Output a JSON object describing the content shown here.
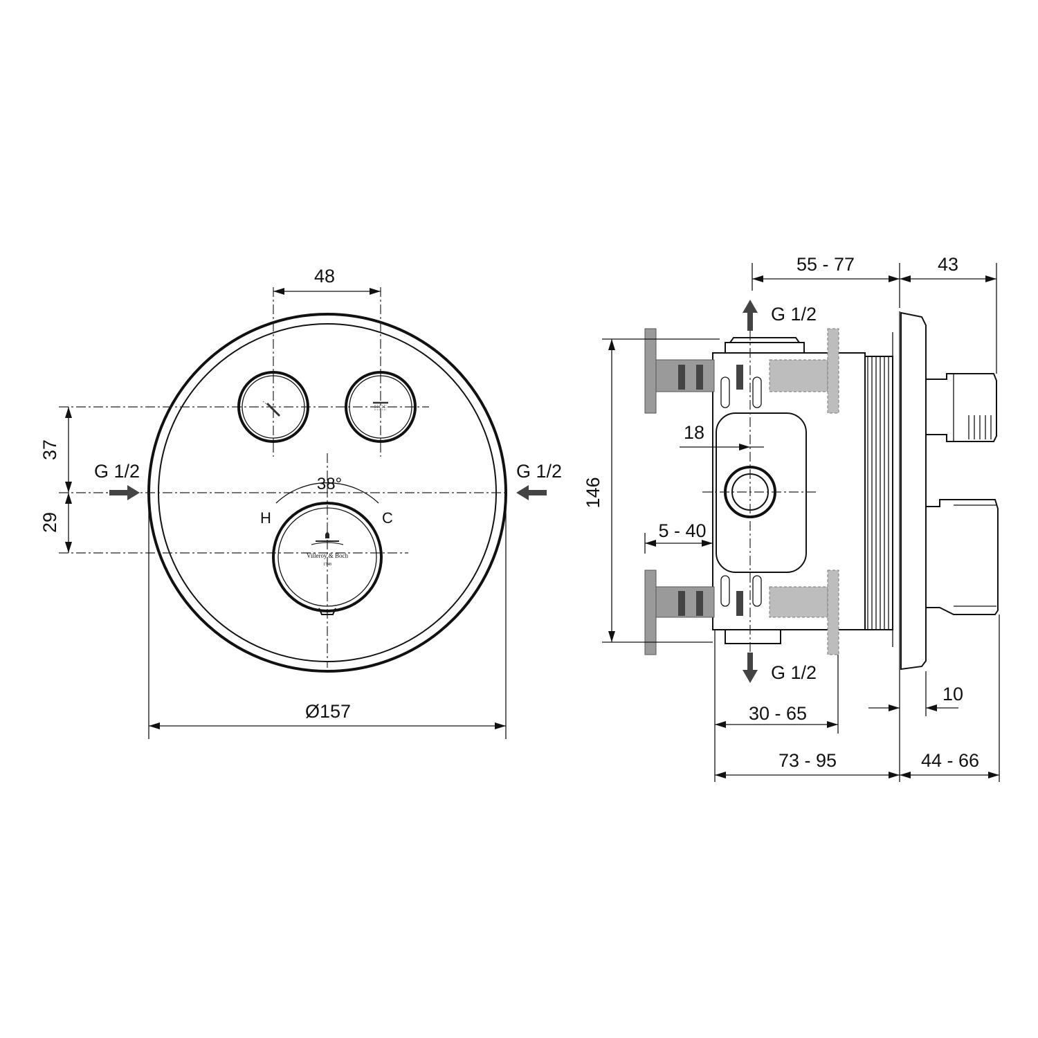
{
  "front_view": {
    "dim_button_spacing": "48",
    "dim_upper_offset": "37",
    "dim_lower_offset": "29",
    "inlet_left": "G 1/2",
    "inlet_right": "G 1/2",
    "rotation_angle": "38°",
    "hot_mark": "H",
    "cold_mark": "C",
    "diameter": "Ø157",
    "brand_line_1": "Villeroy & Boch",
    "brand_line_2": "1748",
    "icons": [
      "hand-shower-icon",
      "rain-shower-icon",
      "logo-icon"
    ]
  },
  "side_view": {
    "dim_body_depth": "55 - 77",
    "dim_trim_depth": "43",
    "outlet_top": "G 1/2",
    "outlet_bottom": "G 1/2",
    "dim_height": "146",
    "dim_port_offset": "18",
    "dim_spindle": "5 - 40",
    "dim_rear": "30 - 65",
    "dim_plate": "10",
    "dim_install_depth": "73 - 95",
    "dim_protrusion": "44 - 66"
  }
}
